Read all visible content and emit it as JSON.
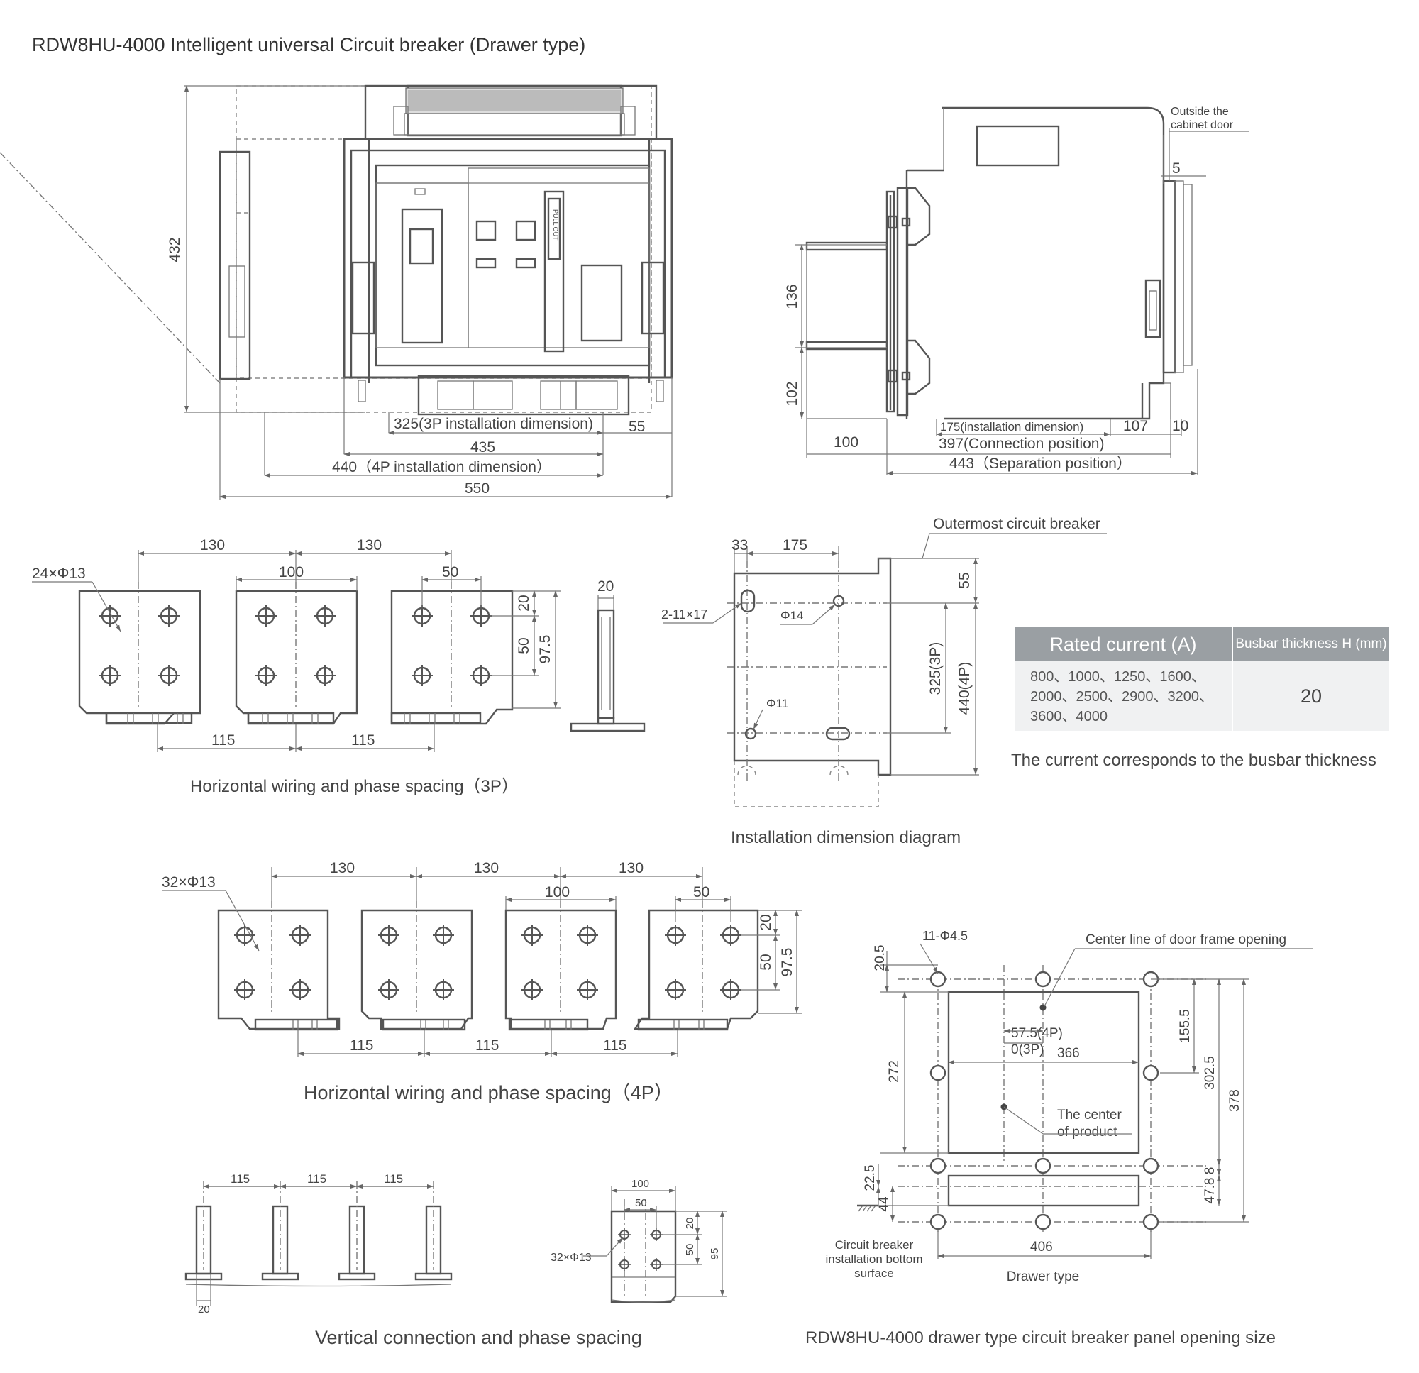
{
  "title": "RDW8HU-4000 Intelligent universal Circuit breaker (Drawer type)",
  "front_view": {
    "dim_432": "432",
    "dim_325": "325(3P installation dimension)",
    "dim_55": "55",
    "dim_435": "435",
    "dim_440": "440（4P installation dimension）",
    "dim_550": "550",
    "pull_out": "PULL OUT"
  },
  "side_view": {
    "outside_label_1": "Outside  the",
    "outside_label_2": "cabinet door",
    "dim_5": "5",
    "dim_136": "136",
    "dim_102": "102",
    "dim_175": "175(installation dimension)",
    "dim_107": "107",
    "dim_10": "10",
    "dim_100": "100",
    "dim_397": "397(Connection position)",
    "dim_443": "443（Separation position）"
  },
  "horizontal_3p": {
    "dim_130a": "130",
    "dim_130b": "130",
    "dim_100": "100",
    "dim_50": "50",
    "holes": "24×Φ13",
    "dim_20": "20",
    "dim_50v": "50",
    "dim_97_5": "97.5",
    "dim_115a": "115",
    "dim_115b": "115",
    "busbar_20": "20",
    "caption": "Horizontal wiring and phase spacing（3P）"
  },
  "installation": {
    "outermost": "Outermost circuit breaker",
    "dim_33": "33",
    "dim_175": "175",
    "dim_55": "55",
    "slot": "2-11×17",
    "phi14": "Φ14",
    "phi11": "Φ11",
    "dim_325": "325(3P)",
    "dim_440": "440(4P)",
    "caption": "Installation dimension diagram"
  },
  "table": {
    "header_1": "Rated current (A)",
    "header_2": "Busbar thickness H (mm)",
    "row_1": "800、1000、1250、1600、",
    "row_2": "2000、2500、2900、3200、",
    "row_3": "3600、4000",
    "thickness": "20",
    "note": "The current corresponds to the busbar thickness"
  },
  "horizontal_4p": {
    "dim_130a": "130",
    "dim_130b": "130",
    "dim_130c": "130",
    "dim_100": "100",
    "dim_50": "50",
    "holes": "32×Φ13",
    "dim_20": "20",
    "dim_50v": "50",
    "dim_97_5": "97.5",
    "dim_115a": "115",
    "dim_115b": "115",
    "dim_115c": "115",
    "caption": "Horizontal wiring and phase spacing（4P）"
  },
  "vertical": {
    "dim_115a": "115",
    "dim_115b": "115",
    "dim_115c": "115",
    "dim_20": "20",
    "dim_100": "100",
    "dim_50": "50",
    "holes": "32×Φ13",
    "dim_20v": "20",
    "dim_50v": "50",
    "dim_95": "95",
    "caption": "Vertical connection and phase spacing"
  },
  "panel": {
    "holes": "11-Φ4.5",
    "center_line": "Center line of door frame opening",
    "dim_20_5": "20.5",
    "dim_57_5": "57.5(4P)",
    "dim_0": "0(3P)",
    "dim_366": "366",
    "dim_155_5": "155.5",
    "dim_302_5": "302.5",
    "dim_378": "378",
    "dim_272": "272",
    "center_product_1": "The center",
    "center_product_2": "of product",
    "dim_8": "8",
    "dim_47_8": "47.8",
    "dim_22_5": "22.5",
    "dim_44": "44",
    "dim_406": "406",
    "bottom_1": "Circuit breaker",
    "bottom_2": "installation bottom",
    "bottom_3": "surface",
    "drawer_type": "Drawer type",
    "caption": "RDW8HU-4000 drawer type circuit breaker panel opening size"
  }
}
